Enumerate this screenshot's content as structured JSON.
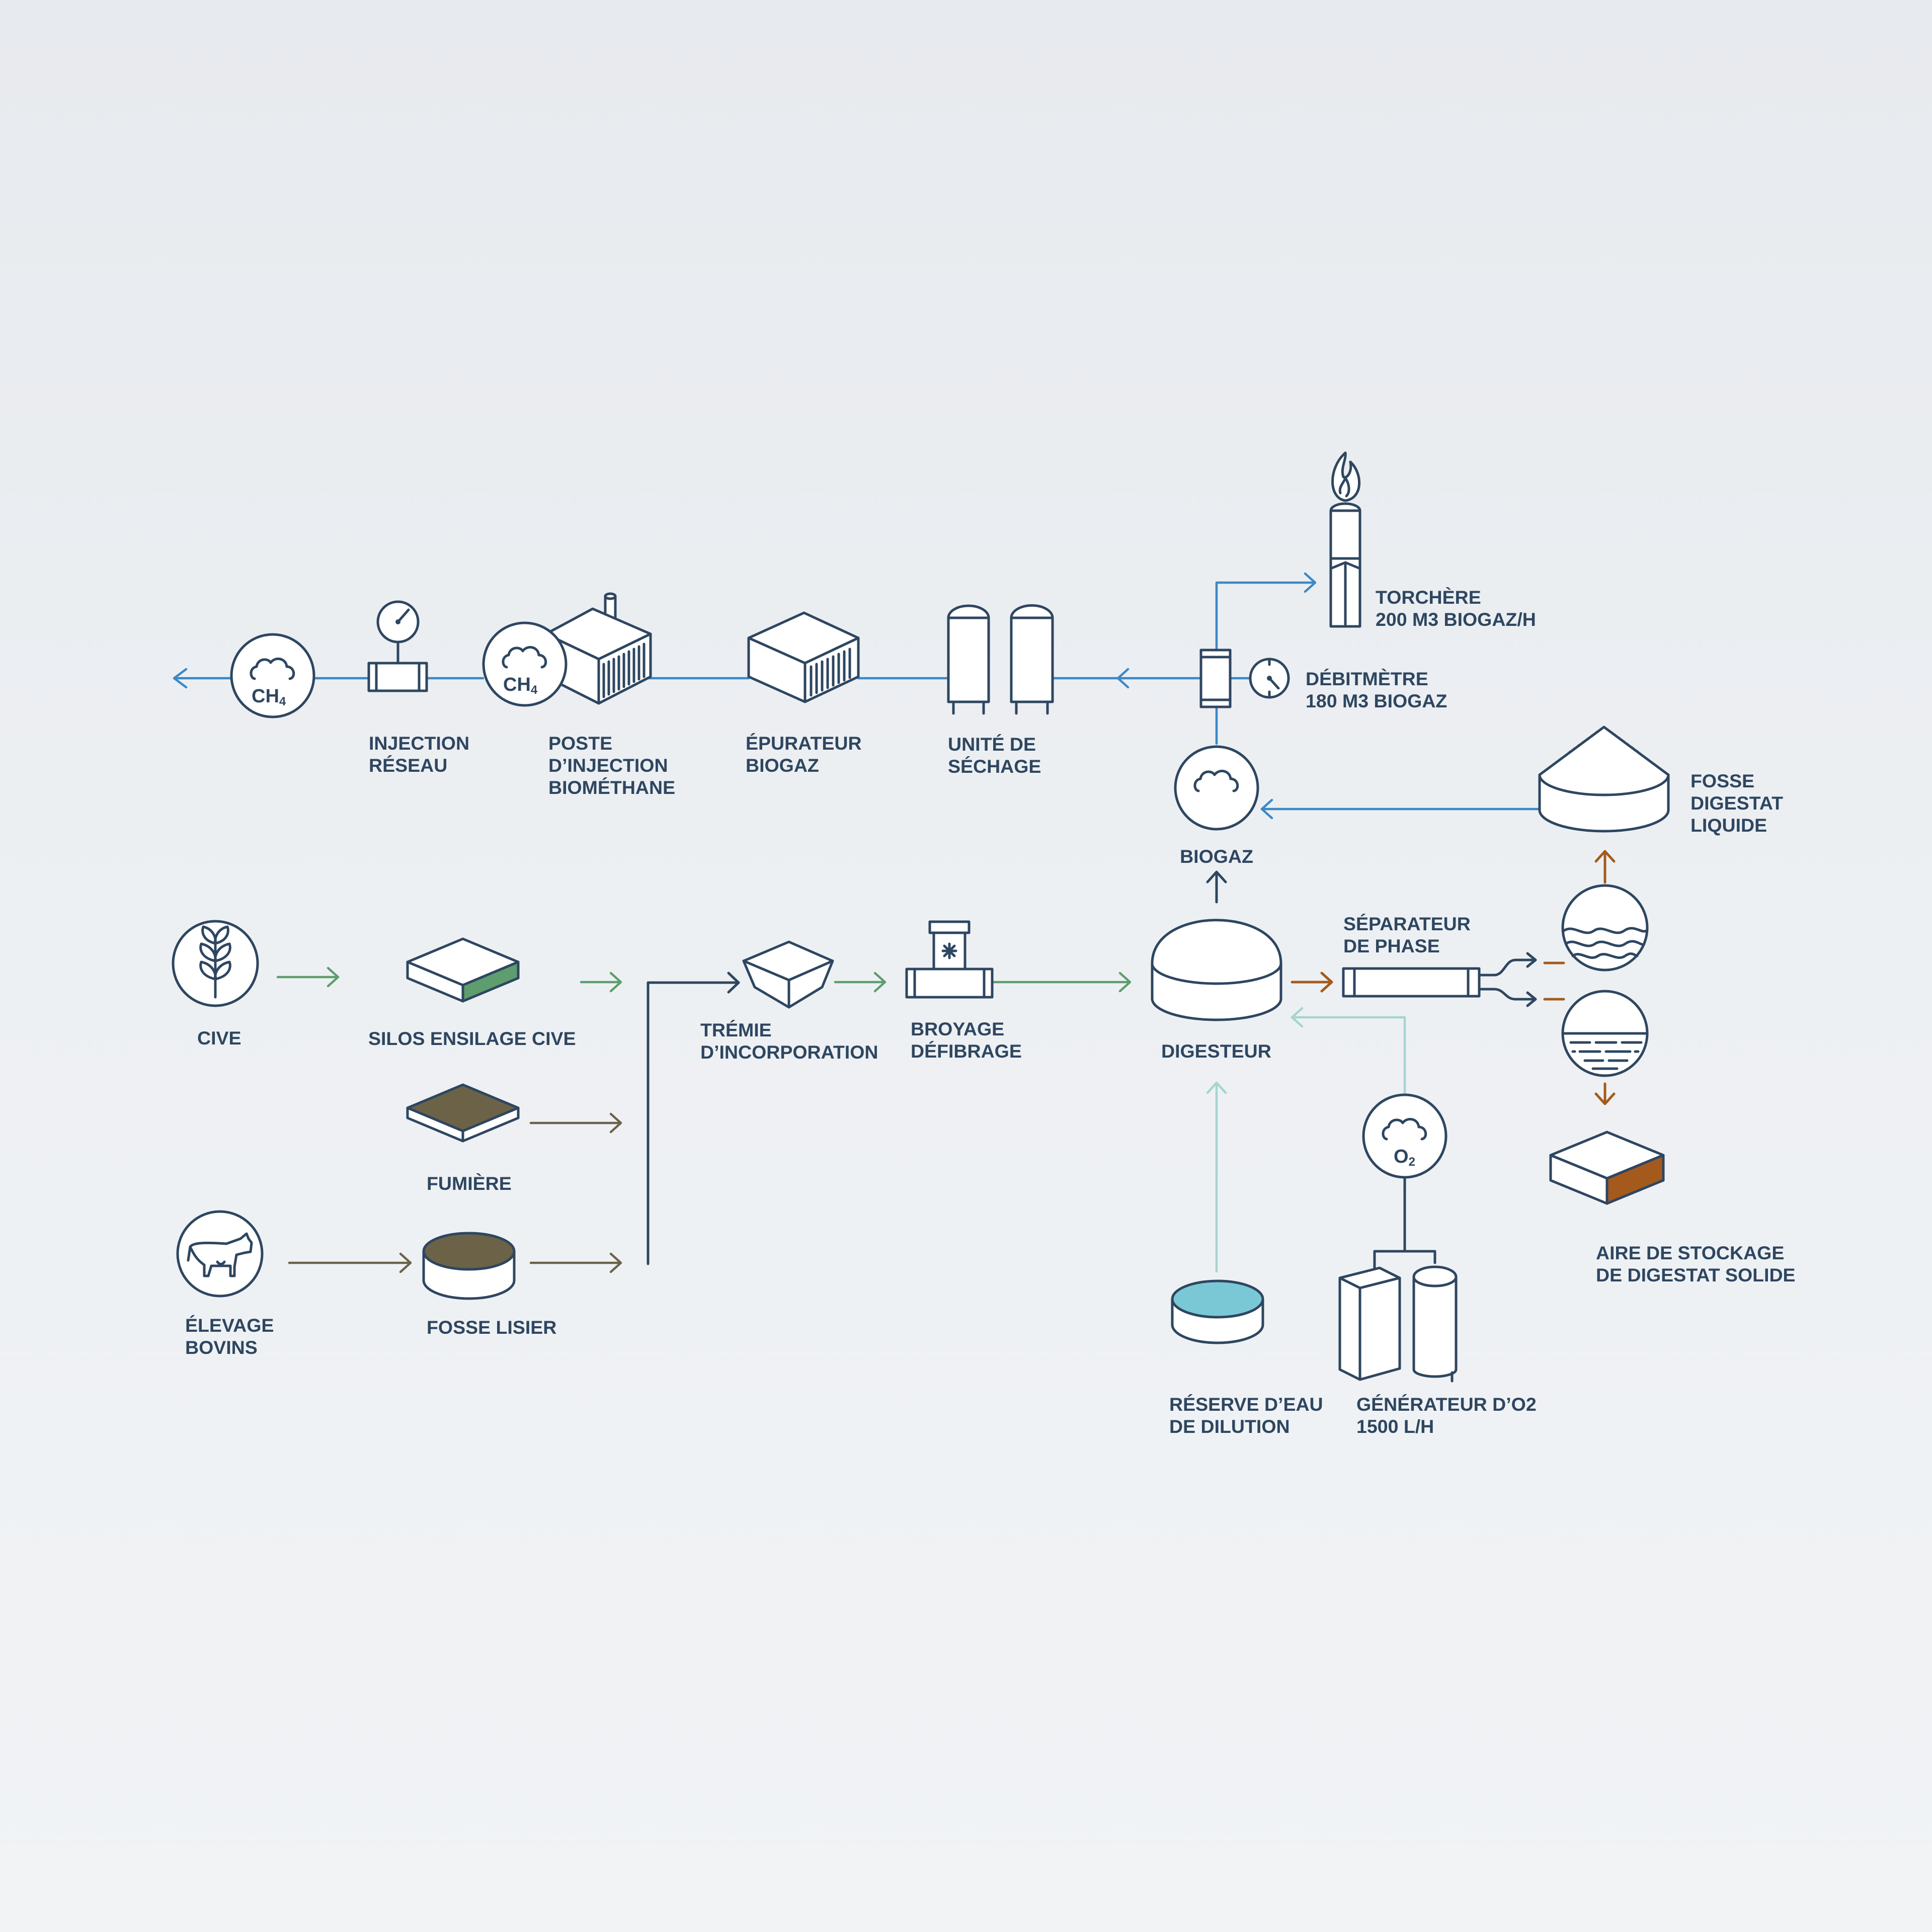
{
  "nodes": {
    "ch4_output": {
      "formula": "CH",
      "subscript": "4"
    },
    "injection_reseau": {
      "lines": [
        "INJECTION",
        "RÉSEAU"
      ]
    },
    "poste_injection": {
      "lines": [
        "POSTE",
        "D’INJECTION",
        "BIOMÉTHANE"
      ],
      "formula": "CH",
      "subscript": "4"
    },
    "epurateur": {
      "lines": [
        "ÉPURATEUR",
        "BIOGAZ"
      ]
    },
    "sechage": {
      "lines": [
        "UNITÉ DE",
        "SÉCHAGE"
      ]
    },
    "torchere": {
      "lines": [
        "TORCHÈRE",
        "200 M3 BIOGAZ/H"
      ]
    },
    "debitmetre": {
      "lines": [
        "DÉBITMÈTRE",
        "180 M3 BIOGAZ"
      ]
    },
    "biogaz": {
      "lines": [
        "BIOGAZ"
      ]
    },
    "fosse_digestat_liquide": {
      "lines": [
        "FOSSE",
        "DIGESTAT",
        "LIQUIDE"
      ]
    },
    "cive": {
      "lines": [
        "CIVE"
      ]
    },
    "silos": {
      "lines": [
        "SILOS ENSILAGE CIVE"
      ]
    },
    "fumiere": {
      "lines": [
        "FUMIÈRE"
      ]
    },
    "elevage": {
      "lines": [
        "ÉLEVAGE",
        "BOVINS"
      ]
    },
    "fosse_lisier": {
      "lines": [
        "FOSSE LISIER"
      ]
    },
    "tremie": {
      "lines": [
        "TRÉMIE",
        "D’INCORPORATION"
      ]
    },
    "broyage": {
      "lines": [
        "BROYAGE",
        "DÉFIBRAGE"
      ]
    },
    "digesteur": {
      "lines": [
        "DIGESTEUR"
      ]
    },
    "separateur": {
      "lines": [
        "SÉPARATEUR",
        "DE PHASE"
      ]
    },
    "aire_stockage": {
      "lines": [
        "AIRE DE STOCKAGE",
        "DE DIGESTAT SOLIDE"
      ]
    },
    "reserve_eau": {
      "lines": [
        "RÉSERVE D’EAU",
        "DE DILUTION"
      ]
    },
    "o2_icon": {
      "formula": "O",
      "subscript": "2"
    },
    "generateur_o2": {
      "lines": [
        "GÉNÉRATEUR D’O2",
        "1500 L/H"
      ]
    }
  },
  "colors": {
    "ink": "#2e4660",
    "gas_flow": "#3b88c6",
    "cive_flow": "#5e9d6e",
    "manure_flow": "#6b6248",
    "digestate_flow": "#a45a1c",
    "water_flow": "#a6d4d0",
    "silage_fill": "#5e9d6e",
    "manure_fill": "#6b6248",
    "water_fill": "#7ac8d6",
    "solid_digestate_fill": "#a45a1c"
  }
}
